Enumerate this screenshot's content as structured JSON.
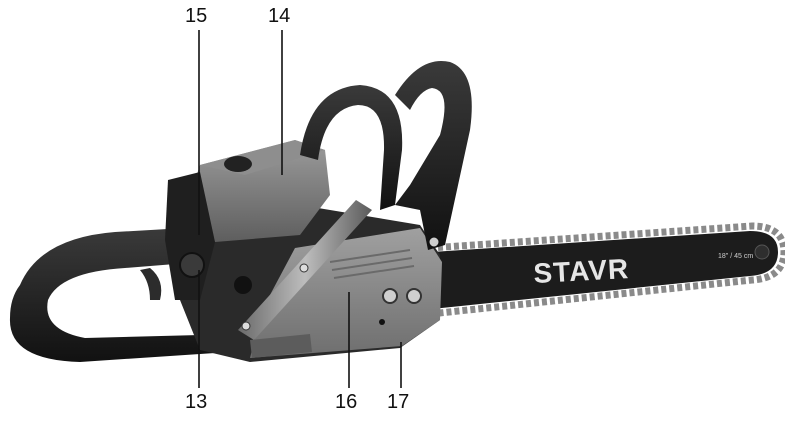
{
  "labels": {
    "l15": "15",
    "l14": "14",
    "l13": "13",
    "l16": "16",
    "l17": "17"
  },
  "bar": {
    "brand": "STAVR",
    "size_marking": "18\" / 45 cm"
  },
  "colors": {
    "background": "#ffffff",
    "body_dark": "#2a2a2a",
    "body_gray": "#7a7a7a",
    "body_light": "#9a9a9a",
    "handle_black": "#1a1a1a",
    "bar_black": "#1c1c1c",
    "bar_text": "#e6e6e6",
    "chain": "#8a8a8a",
    "callout_line": "#111111"
  }
}
